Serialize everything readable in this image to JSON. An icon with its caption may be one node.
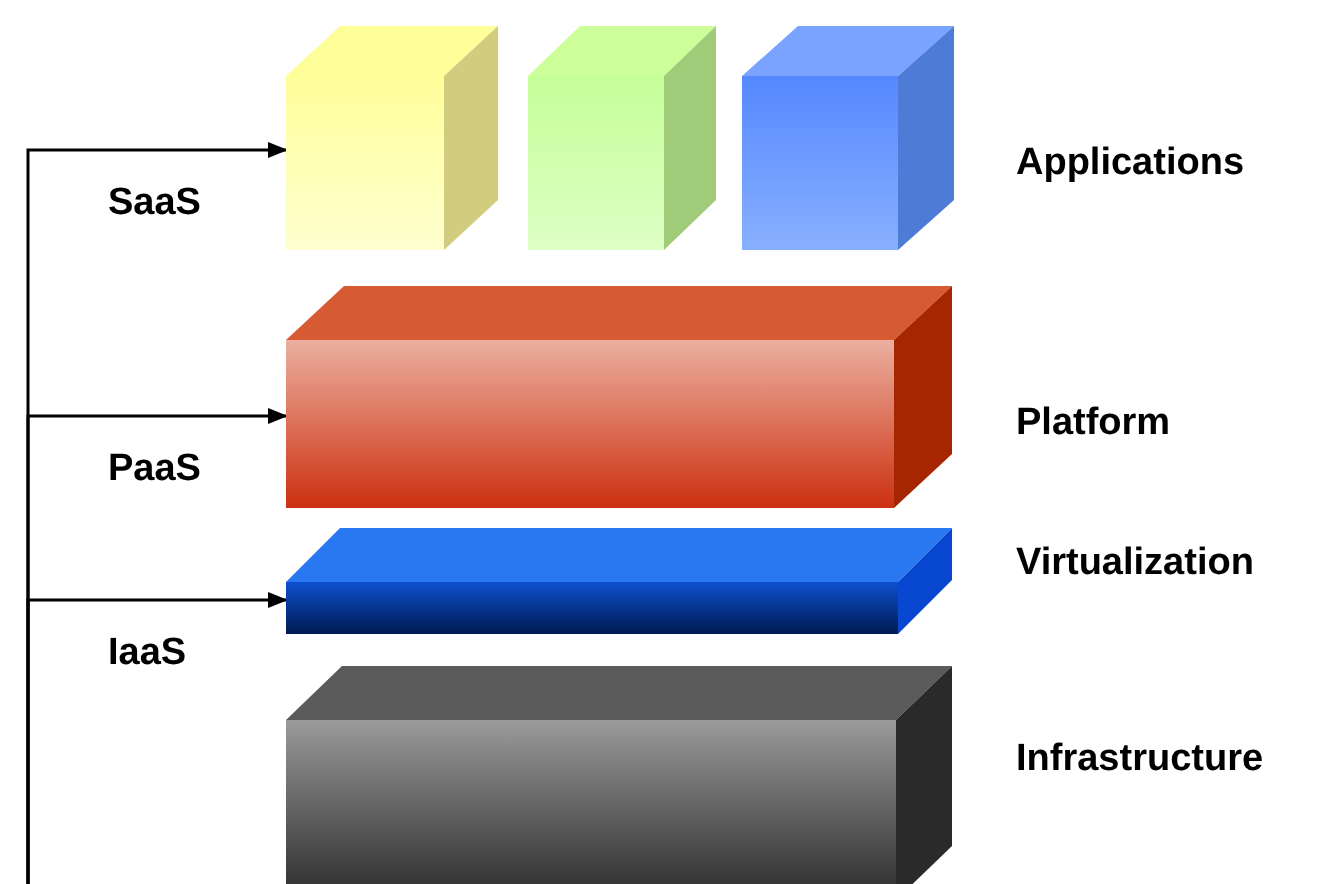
{
  "diagram": {
    "nodes": [
      {
        "text": [],
        "shape": "box"
      },
      {
        "text": [],
        "shape": "box"
      },
      {
        "text": [],
        "shape": "box",
        "beside": [
          "Applications"
        ]
      },
      {
        "text": [],
        "shape": "box",
        "beside": [
          "Platform"
        ]
      },
      {
        "text": [],
        "shape": "box",
        "beside": [
          "Virtualization"
        ]
      },
      {
        "text": [],
        "shape": "box",
        "beside": [
          "Infrastructure"
        ]
      }
    ],
    "edges": [
      {
        "from": null,
        "to": 0,
        "arrow": "to",
        "label": "SaaS"
      },
      {
        "from": null,
        "to": 3,
        "arrow": "to",
        "label": "PaaS"
      },
      {
        "from": null,
        "to": 4,
        "arrow": "to",
        "label": "IaaS"
      }
    ]
  }
}
